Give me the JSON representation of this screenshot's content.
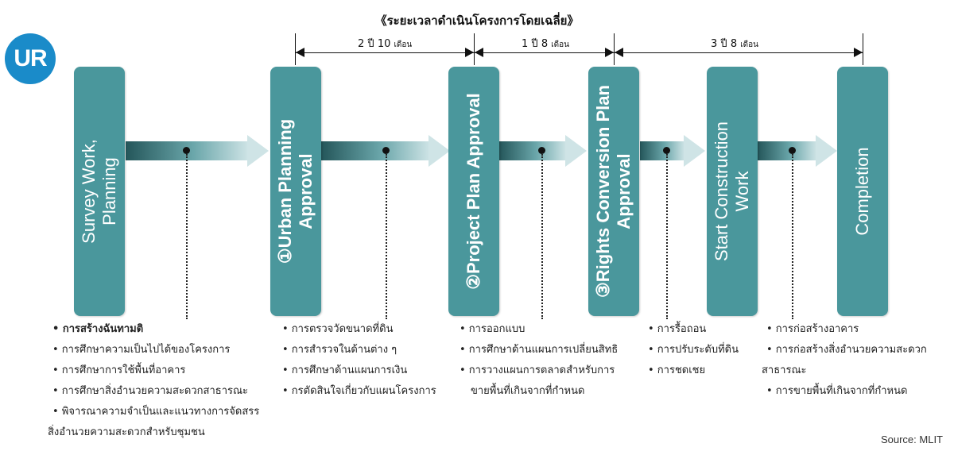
{
  "logo": {
    "text": "UR",
    "color": "#1a8bc9"
  },
  "timeline_title": "《ระยะเวลาดำเนินโครงการโดยเฉลี่ย》",
  "durations": [
    {
      "years": "2",
      "months": "10",
      "year_label": "ปี",
      "month_label": "เดือน"
    },
    {
      "years": "1",
      "months": "8",
      "year_label": "ปี",
      "month_label": "เดือน"
    },
    {
      "years": "3",
      "months": "8",
      "year_label": "ปี",
      "month_label": "เดือน"
    }
  ],
  "stages": [
    {
      "label_line1": "Survey Work,",
      "label_line2": "Planning"
    },
    {
      "label_line1": "①Urban Planning",
      "label_line2": "Approval"
    },
    {
      "label_line1": "②Project Plan Approval",
      "label_line2": ""
    },
    {
      "label_line1": "③Rights Conversion Plan",
      "label_line2": "Approval"
    },
    {
      "label_line1": "Start Construction",
      "label_line2": "Work"
    },
    {
      "label_line1": "Completion",
      "label_line2": ""
    }
  ],
  "notes": [
    [
      "• การสร้างฉันทามติ",
      "• การศึกษาความเป็นไปได้ของโครงการ",
      "• การศึกษาการใช้พื้นที่อาคาร",
      "• การศึกษาสิ่งอำนวยความสะดวกสาธารณะ",
      "• พิจารณาความจำเป็นและแนวทางการจัดสรร",
      "สิ่งอำนวยความสะดวกสำหรับชุมชน"
    ],
    [
      "• การตรวจวัดขนาดที่ดิน",
      "• การสำรวจในด้านต่าง ๆ",
      "• การศึกษาด้านแผนการเงิน",
      "• กรตัดสินใจเกี่ยวกับแผนโครงการ"
    ],
    [
      "• การออกแบบ",
      "• การศึกษาด้านแผนการเปลี่ยนสิทธิ",
      "• การวางแผนการตลาดสำหรับการ",
      "ขายพื้นที่เกินจากที่กำหนด"
    ],
    [
      "• การรื้อถอน",
      "• การปรับระดับที่ดิน",
      "• การชดเชย"
    ],
    [
      "• การก่อสร้างอาคาร",
      "• การก่อสร้างสิ่งอำนวยความสะดวก",
      "สาธารณะ",
      "• การขายพื้นที่เกินจากที่กำหนด"
    ]
  ],
  "source": "Source: MLIT",
  "colors": {
    "box": "#4a979c",
    "arrow_dark": "#24565a",
    "arrow_light": "#cde3e5"
  }
}
